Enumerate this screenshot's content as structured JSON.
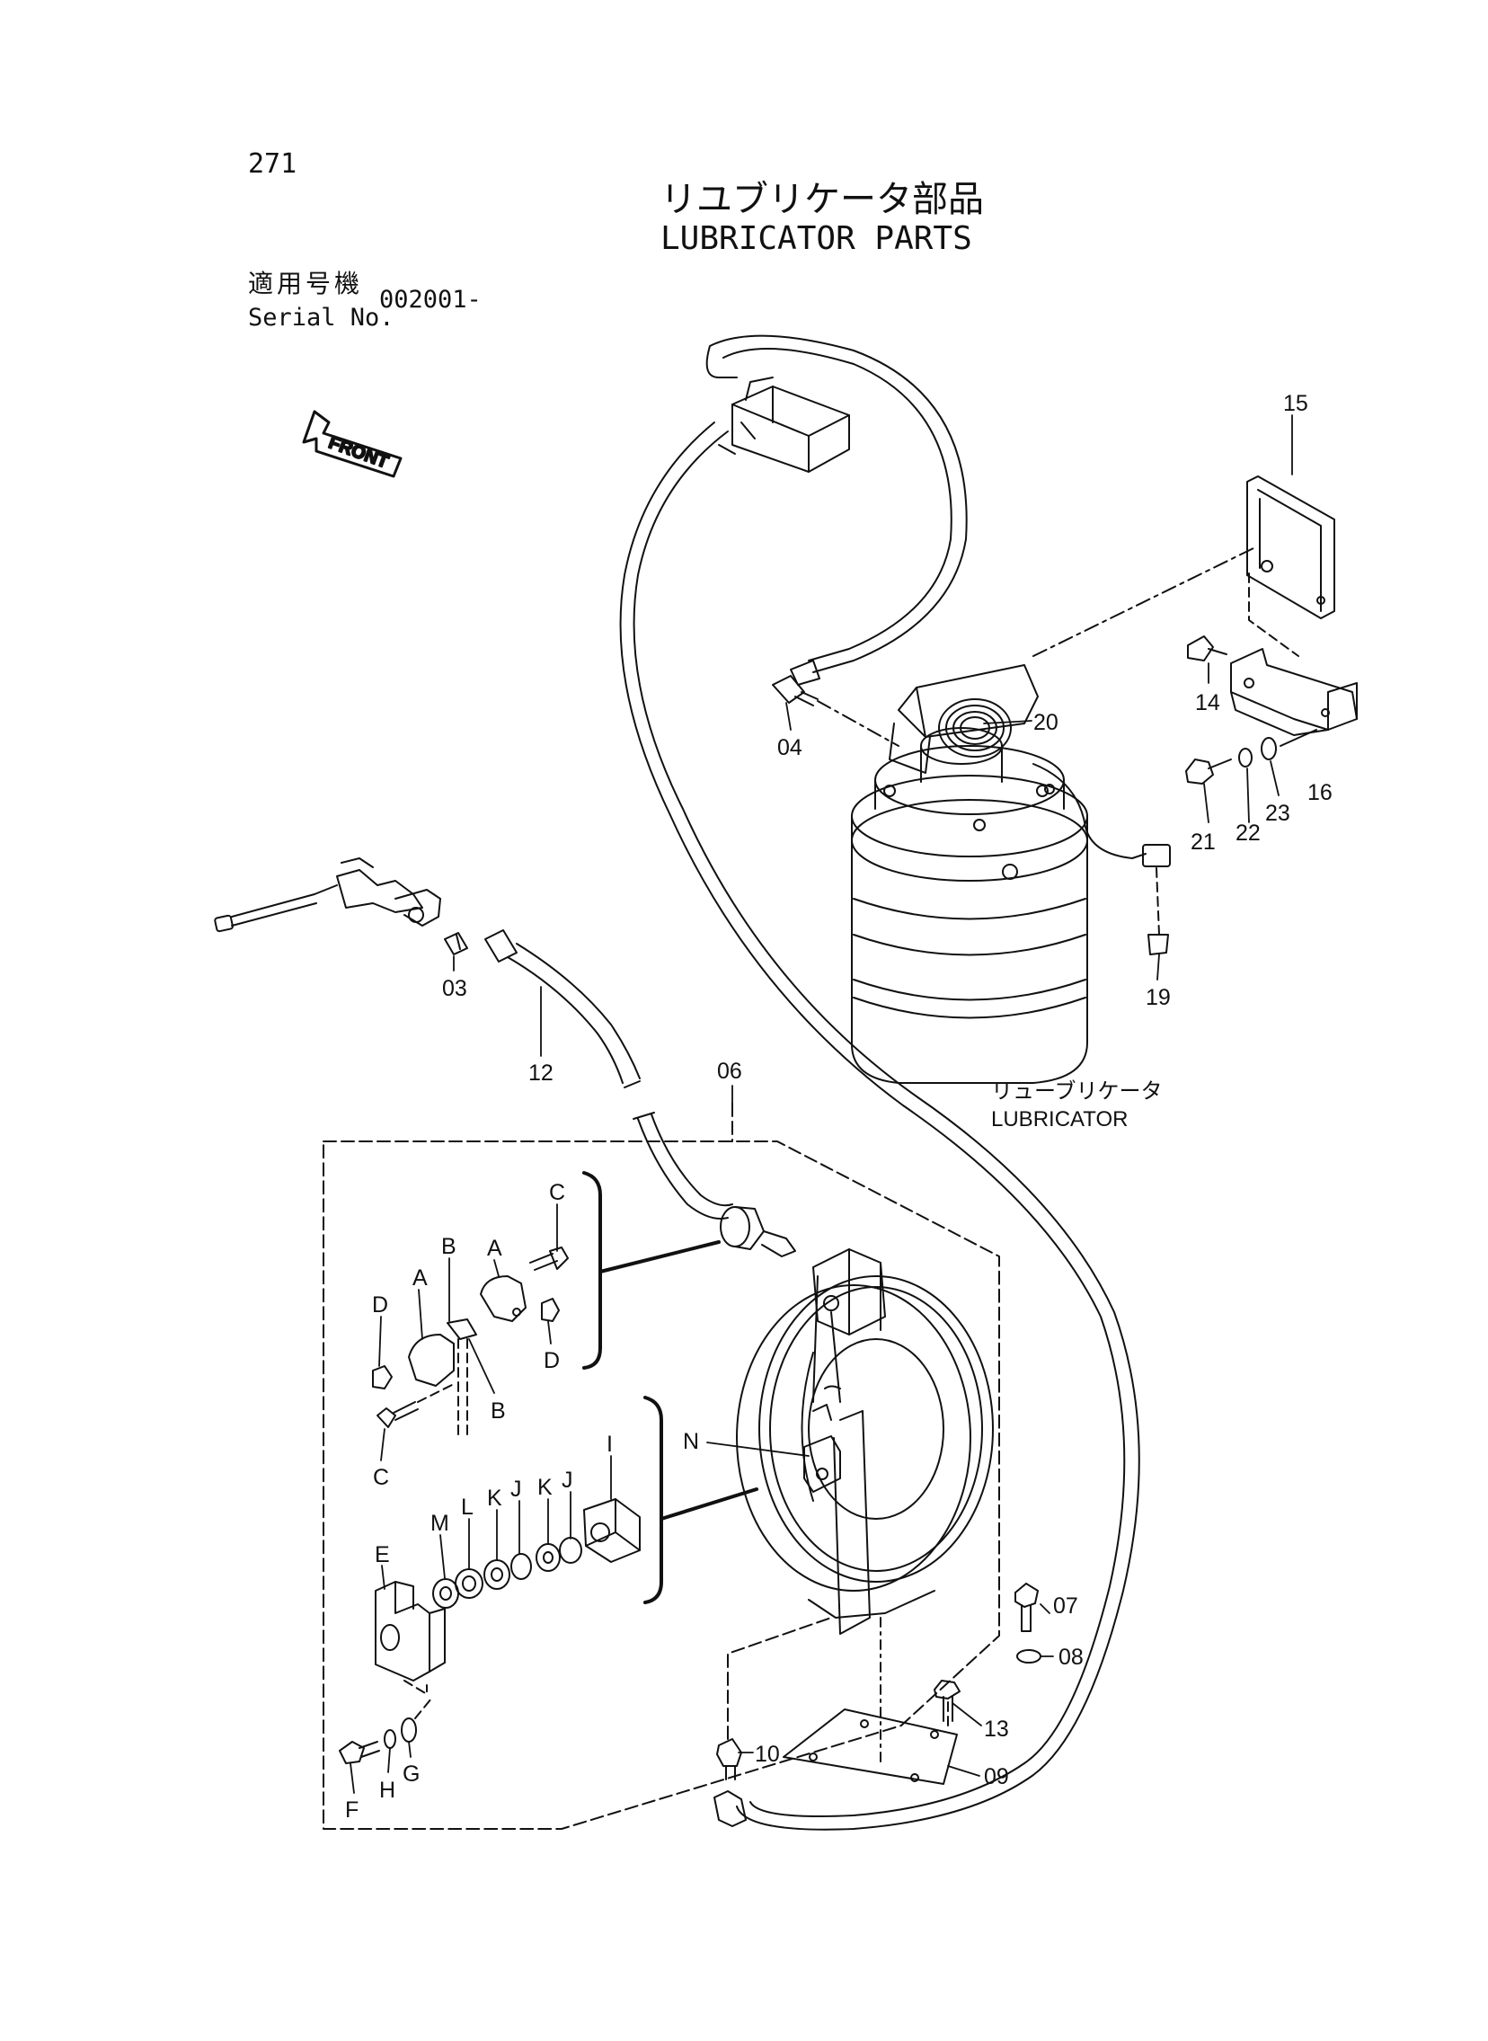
{
  "page_number": "271",
  "title_jp": "リユブリケータ部品",
  "title_en": "LUBRICATOR PARTS",
  "serial": {
    "label_jp": "適用号機",
    "label_en": "Serial No.",
    "value": "002001-"
  },
  "front_label": "FRONT",
  "component_label": {
    "jp": "リューブリケータ",
    "en": "LUBRICATOR"
  },
  "callouts": {
    "p15": "15",
    "p20": "20",
    "p04": "04",
    "p14": "14",
    "p16": "16",
    "p21": "21",
    "p22": "22",
    "p23": "23",
    "p19": "19",
    "p03": "03",
    "p12": "12",
    "p06": "06",
    "p07": "07",
    "p08": "08",
    "p13": "13",
    "p09": "09",
    "p10": "10",
    "A1": "A",
    "A2": "A",
    "B1": "B",
    "B2": "B",
    "C1": "C",
    "C2": "C",
    "D1": "D",
    "D2": "D",
    "N": "N",
    "E": "E",
    "M": "M",
    "L": "L",
    "K1": "K",
    "K2": "K",
    "J1": "J",
    "J2": "J",
    "I": "I",
    "F": "F",
    "H": "H",
    "G": "G"
  },
  "colors": {
    "ink": "#111111",
    "paper": "#ffffff"
  }
}
